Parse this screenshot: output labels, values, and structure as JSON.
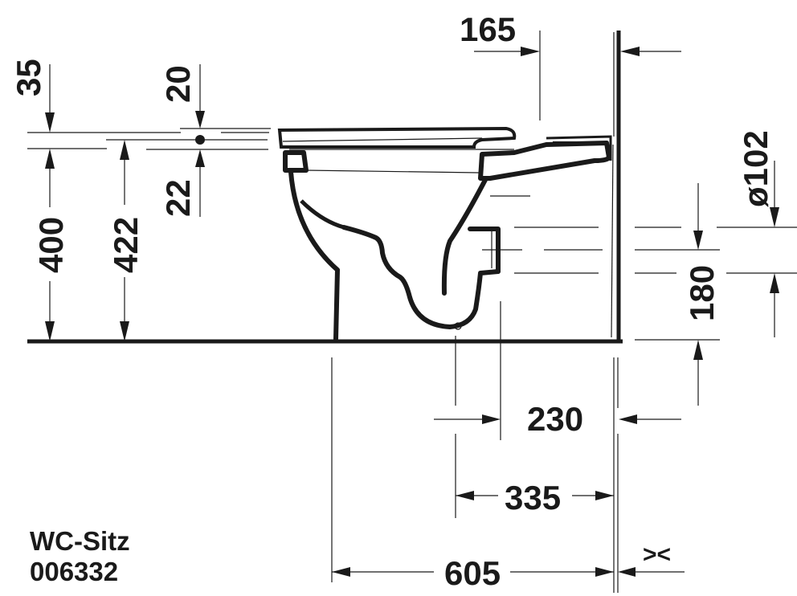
{
  "diagram": {
    "title": "WC side elevation dimension drawing",
    "colors": {
      "line": "#1a1a1a",
      "background": "#ffffff"
    },
    "part_label": "WC-Sitz",
    "part_number": "006332",
    "dimensions": {
      "seat_thickness": "35",
      "seat_top_offset": "20",
      "seat_bottom_offset": "22",
      "rim_height": "400",
      "seat_height": "422",
      "hinge_to_wall": "165",
      "outlet_diameter": "ø102",
      "outlet_height": "180",
      "outlet_to_wall": "230",
      "centerline_to_wall": "335",
      "projection": "605",
      "wall_gap_symbol": "><"
    }
  }
}
